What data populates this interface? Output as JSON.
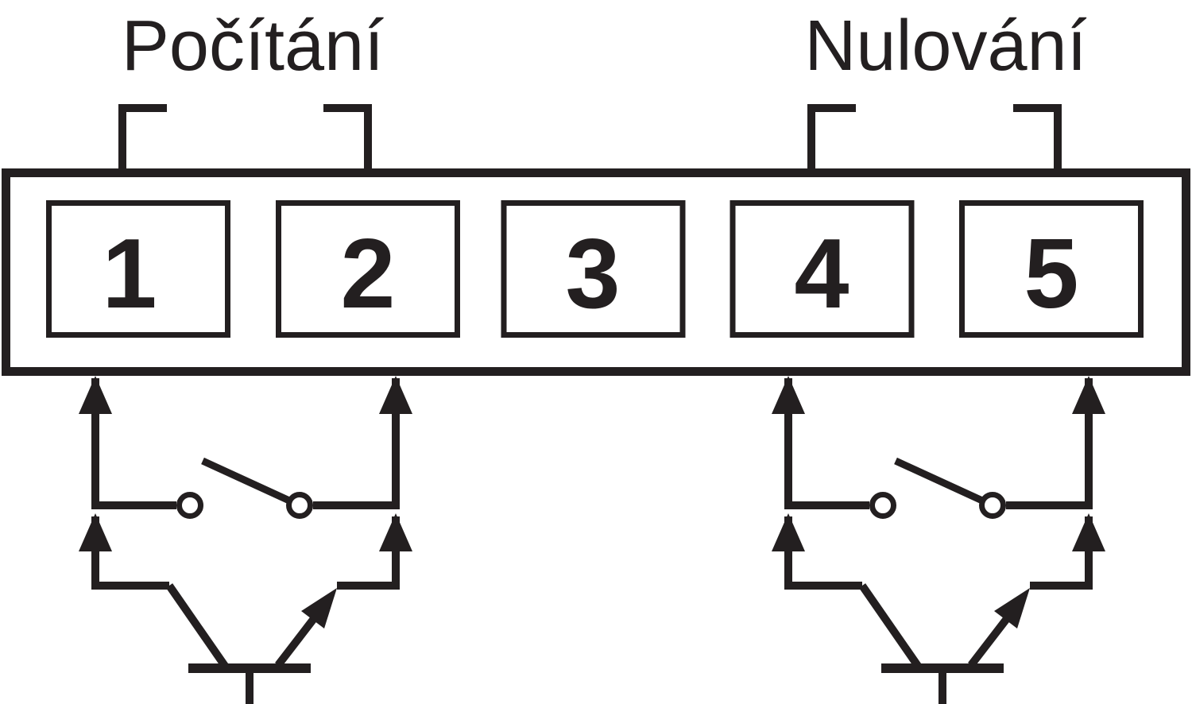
{
  "diagram": {
    "labels": {
      "counting": "Počítání",
      "reset": "Nulování"
    },
    "terminals": [
      "1",
      "2",
      "3",
      "4",
      "5"
    ],
    "groups": {
      "counting_terminals": [
        "1",
        "2"
      ],
      "reset_terminals": [
        "4",
        "5"
      ]
    },
    "symbols": {
      "arrow": "up-arrow",
      "switch": "open-switch-contact",
      "transistor": "npn-transistor"
    },
    "colors": {
      "ink": "#231f20",
      "background": "#ffffff"
    }
  }
}
